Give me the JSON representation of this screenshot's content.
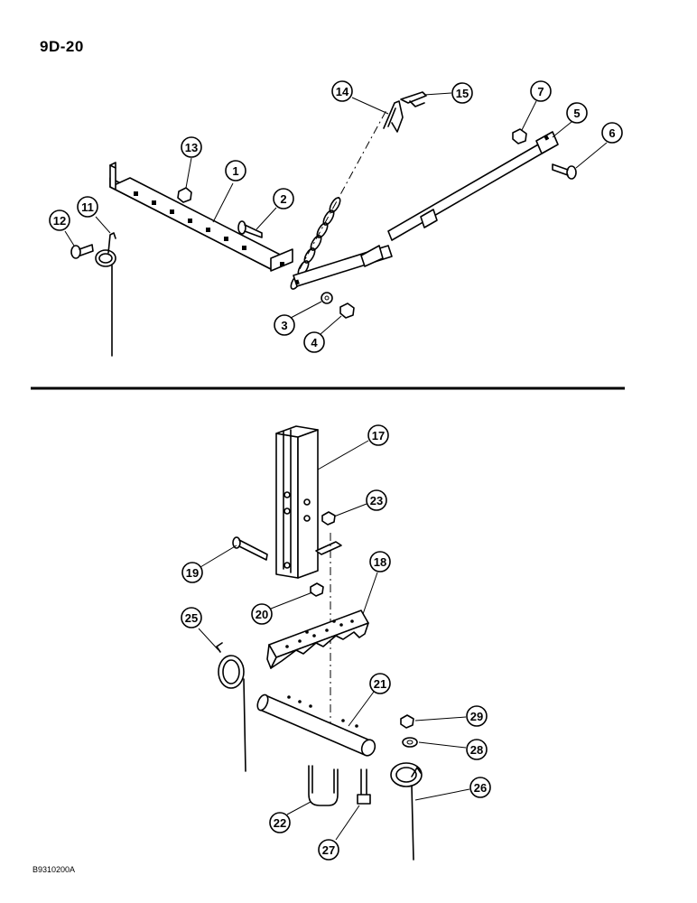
{
  "page_number": "9D-20",
  "figure_ref": "B9310200A",
  "upper_callouts": [
    "1",
    "2",
    "3",
    "4",
    "5",
    "6",
    "7",
    "11",
    "12",
    "13",
    "14",
    "15"
  ],
  "lower_callouts": [
    "17",
    "18",
    "19",
    "20",
    "21",
    "22",
    "23",
    "25",
    "26",
    "27",
    "28",
    "29"
  ]
}
